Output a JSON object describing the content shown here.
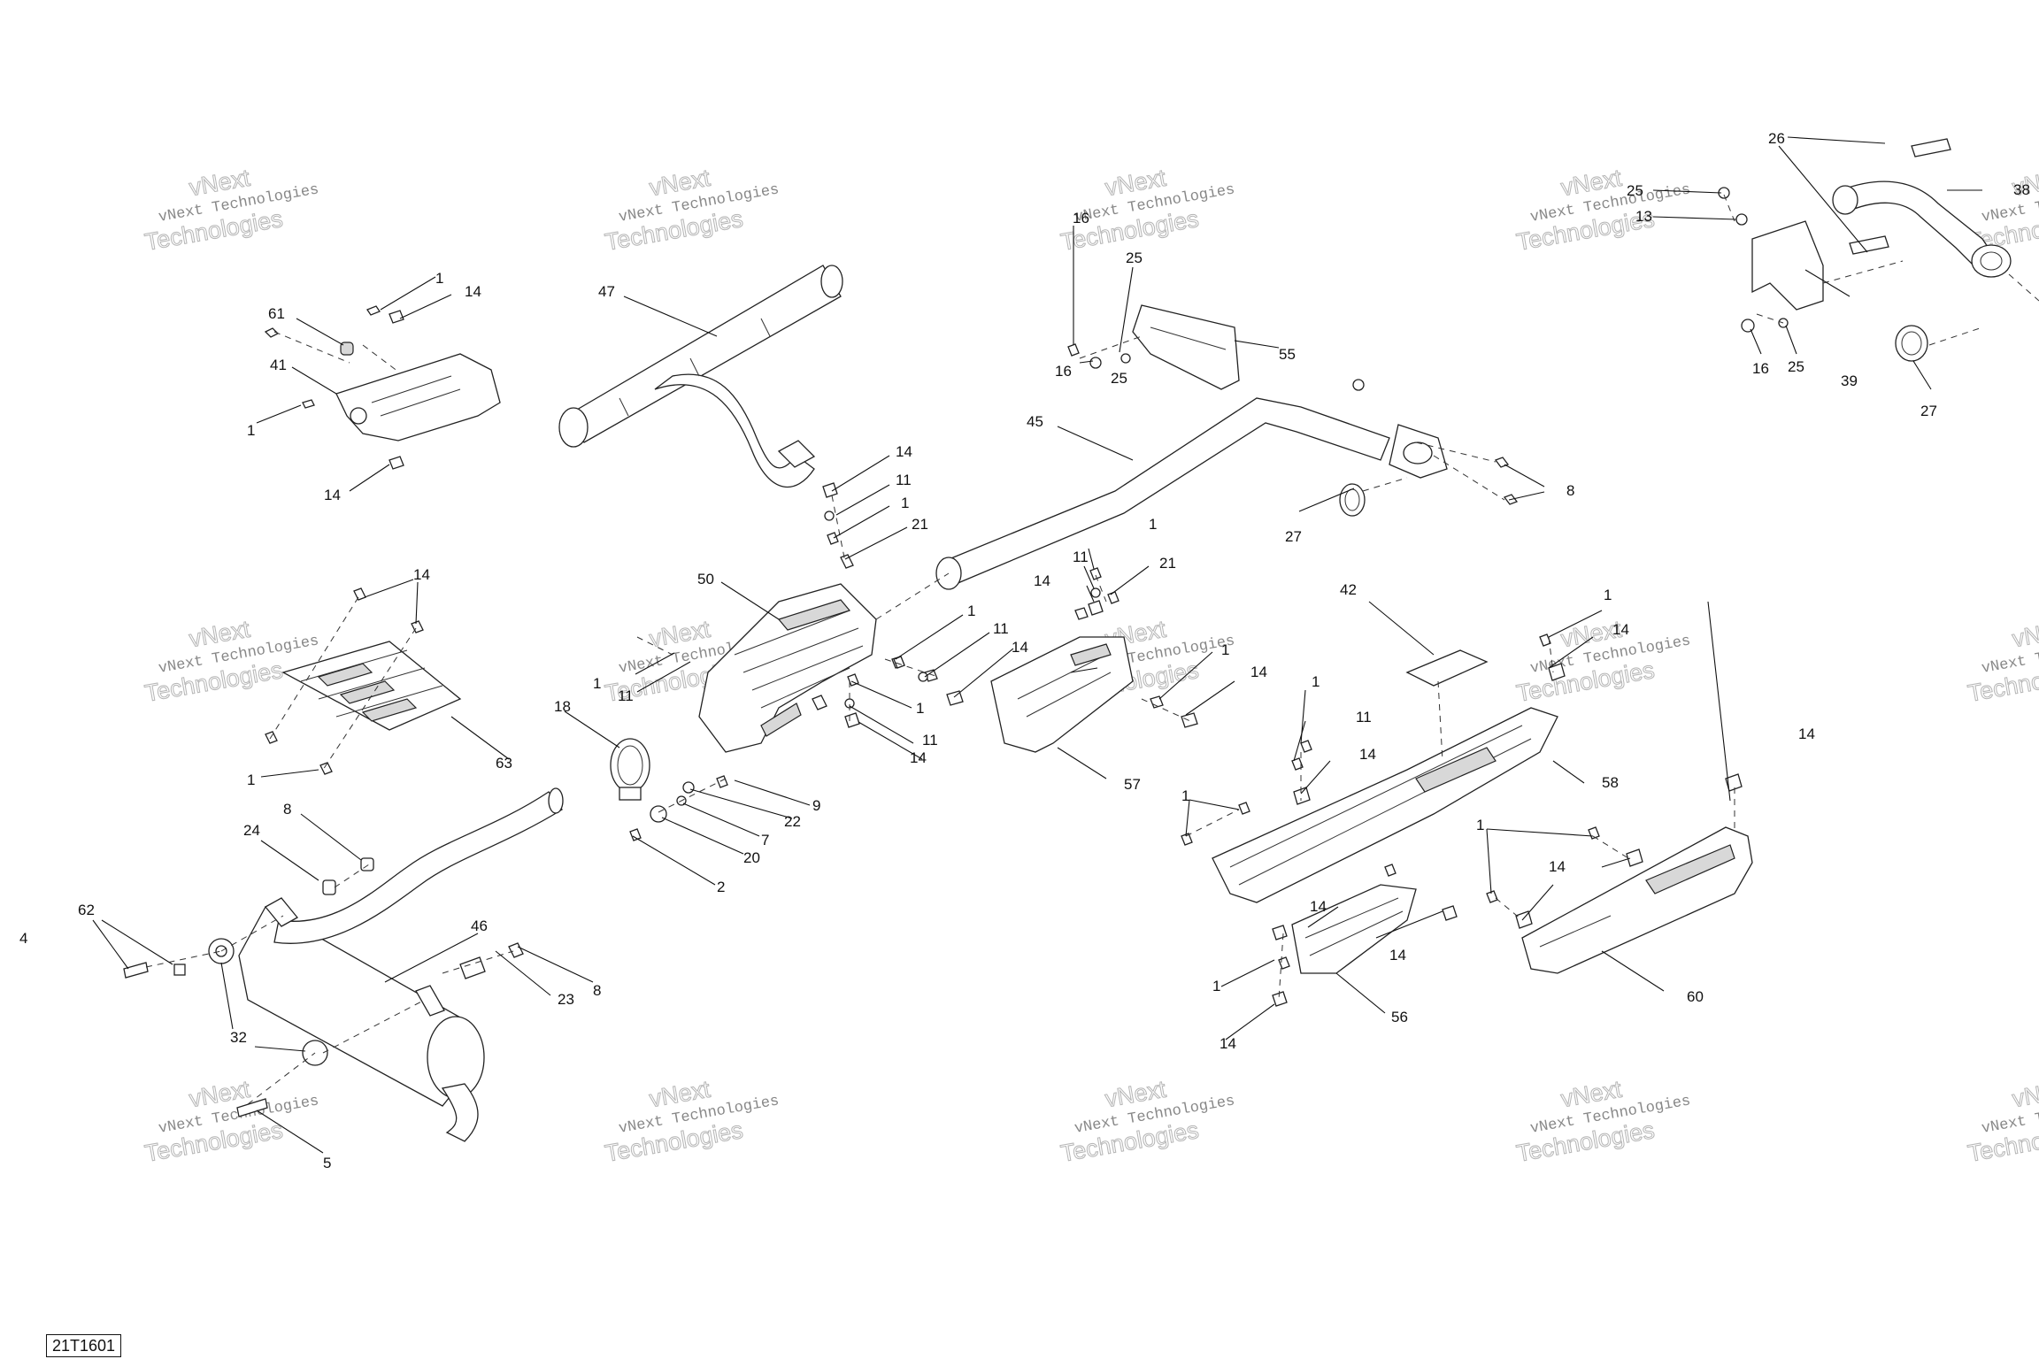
{
  "reference_code": "21T1601",
  "watermark": {
    "line1": "vNext",
    "line2": "vNext Technologies",
    "line3": "Technologies"
  },
  "callouts": {
    "c1": "1",
    "c2": "2",
    "c4": "4",
    "c5": "5",
    "c7": "7",
    "c8": "8",
    "c9": "9",
    "c11": "11",
    "c13": "13",
    "c14": "14",
    "c16": "16",
    "c18": "18",
    "c20": "20",
    "c21": "21",
    "c22": "22",
    "c23": "23",
    "c24": "24",
    "c25": "25",
    "c26": "26",
    "c27": "27",
    "c32": "32",
    "c38": "38",
    "c39": "39",
    "c41": "41",
    "c42": "42",
    "c45": "45",
    "c46": "46",
    "c47": "47",
    "c50": "50",
    "c55": "55",
    "c56": "56",
    "c57": "57",
    "c58": "58",
    "c60": "60",
    "c61": "61",
    "c62": "62",
    "c63": "63"
  }
}
